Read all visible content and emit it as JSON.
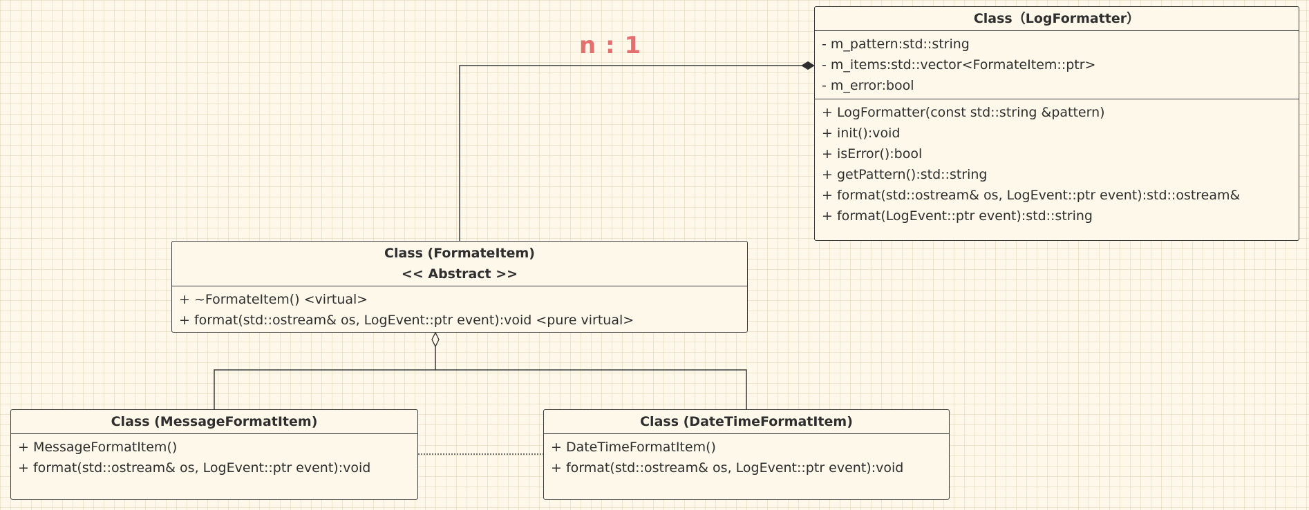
{
  "relations": {
    "composition_multiplicity": "n : 1"
  },
  "classes": {
    "log_formatter": {
      "title": "Class（LogFormatter）",
      "attributes": [
        "- m_pattern:std::string",
        "- m_items:std::vector<FormateItem::ptr>",
        "- m_error:bool"
      ],
      "methods": [
        "+ LogFormatter(const std::string &pattern)",
        "+ init():void",
        "+ isError():bool",
        "+ getPattern():std::string",
        "+ format(std::ostream& os, LogEvent::ptr event):std::ostream&",
        "+ format(LogEvent::ptr event):std::string"
      ]
    },
    "formate_item": {
      "title": "Class (FormateItem)",
      "stereotype": "<< Abstract >>",
      "methods": [
        "+ ~FormateItem() <virtual>",
        "+ format(std::ostream& os, LogEvent::ptr event):void <pure virtual>"
      ]
    },
    "message_format_item": {
      "title": "Class (MessageFormatItem)",
      "methods": [
        "+ MessageFormatItem()",
        "+ format(std::ostream& os, LogEvent::ptr event):void"
      ]
    },
    "datetime_format_item": {
      "title": "Class (DateTimeFormatItem)",
      "methods": [
        "+ DateTimeFormatItem()",
        "+ format(std::ostream& os, LogEvent::ptr event):void"
      ]
    }
  }
}
